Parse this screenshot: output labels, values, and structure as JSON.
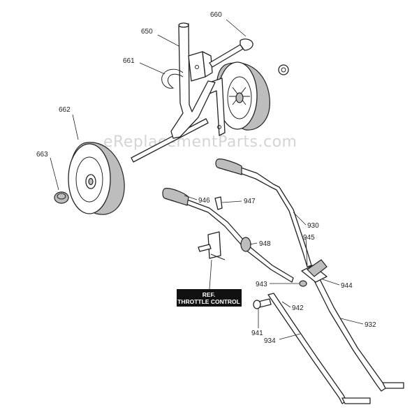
{
  "watermark": "eReplacementParts.com",
  "labels": {
    "p660": "660",
    "p650": "650",
    "p661": "661",
    "p662": "662",
    "p663": "663",
    "p946": "946",
    "p947": "947",
    "p930": "930",
    "p945": "945",
    "p948": "948",
    "p943": "943",
    "p944": "944",
    "p942": "942",
    "p932": "932",
    "p941": "941",
    "p934": "934"
  },
  "ref_box": {
    "line1": "REF.",
    "line2": "THROTTLE CONTROL"
  }
}
